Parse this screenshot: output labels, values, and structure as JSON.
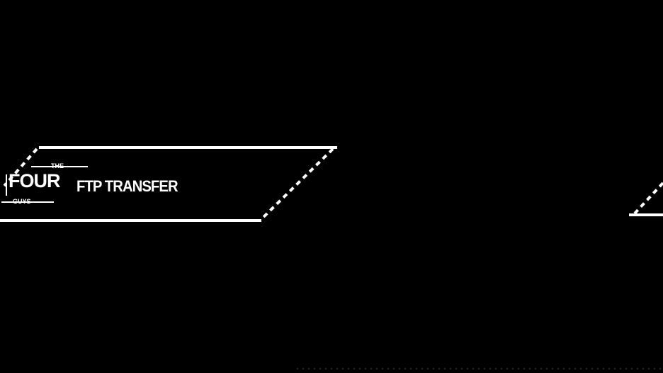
{
  "banner": {
    "title": "FTP TRANSFER"
  },
  "logo": {
    "top": "THE",
    "main": "FOUR",
    "bottom": "GUYS"
  },
  "colors": {
    "background": "#000000",
    "foreground": "#ffffff"
  }
}
